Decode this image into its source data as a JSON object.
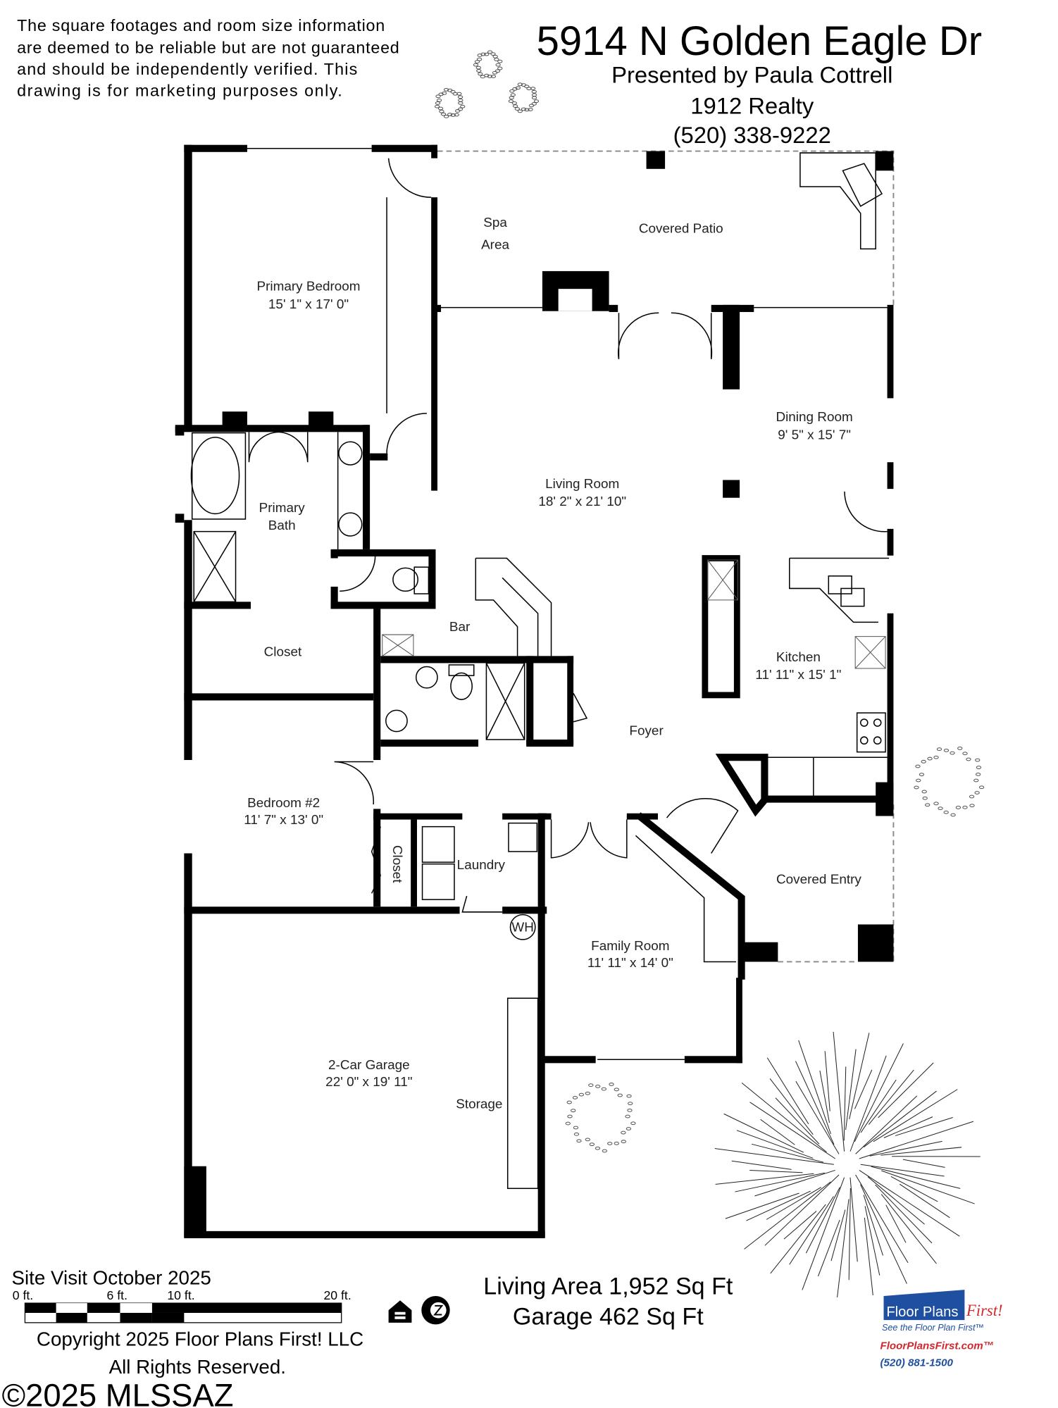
{
  "disclaimer": [
    "The square footages and room size information",
    "are deemed to be reliable but are not guaranteed",
    "and should be independently verified. This",
    "drawing is for marketing purposes only."
  ],
  "header": {
    "address": "5914 N Golden Eagle Dr",
    "presented_by": "Presented by Paula Cottrell",
    "brokerage": "1912 Realty",
    "phone": "(520) 338-9222"
  },
  "rooms": {
    "spa": [
      "Spa",
      "Area"
    ],
    "covered_patio": "Covered Patio",
    "primary_bedroom": {
      "name": "Primary Bedroom",
      "size": "15' 1\" x 17' 0\""
    },
    "living_room": {
      "name": "Living Room",
      "size": "18' 2\" x 21' 10\""
    },
    "dining_room": {
      "name": "Dining Room",
      "size": "9' 5\" x 15' 7\""
    },
    "primary_bath": [
      "Primary",
      "Bath"
    ],
    "closet": "Closet",
    "bar": "Bar",
    "kitchen": {
      "name": "Kitchen",
      "size": "11' 11\" x 15' 1\""
    },
    "foyer": "Foyer",
    "bedroom2": {
      "name": "Bedroom #2",
      "size": "11' 7\" x 13' 0\""
    },
    "closet2": "Closet",
    "laundry": "Laundry",
    "water_heater": "WH",
    "covered_entry": "Covered Entry",
    "family_room": {
      "name": "Family Room",
      "size": "11' 11\" x 14' 0\""
    },
    "garage": {
      "name": "2-Car Garage",
      "size": "22' 0\" x 19' 11\""
    },
    "storage": "Storage"
  },
  "footer": {
    "site_visit": "Site Visit October 2025",
    "scale_labels": [
      "0 ft.",
      "6 ft.",
      "10 ft.",
      "20 ft."
    ],
    "copyright": "Copyright 2025 Floor Plans First! LLC",
    "rights": "All Rights Reserved.",
    "watermark": "©2025 MLSSAZ",
    "living_area": "Living Area 1,952 Sq Ft",
    "garage_area": "Garage 462 Sq Ft",
    "logo": {
      "name_a": "Floor Plans",
      "name_b": "First!",
      "tagline": "See the Floor Plan First™",
      "website": "FloorPlansFirst.com™",
      "phone": "(520) 881-1500"
    },
    "icons": [
      "equal-housing-icon",
      "north-arrow-icon"
    ]
  },
  "colors": {
    "logo_blue": "#1f4fa0",
    "logo_red": "#d0282e"
  }
}
